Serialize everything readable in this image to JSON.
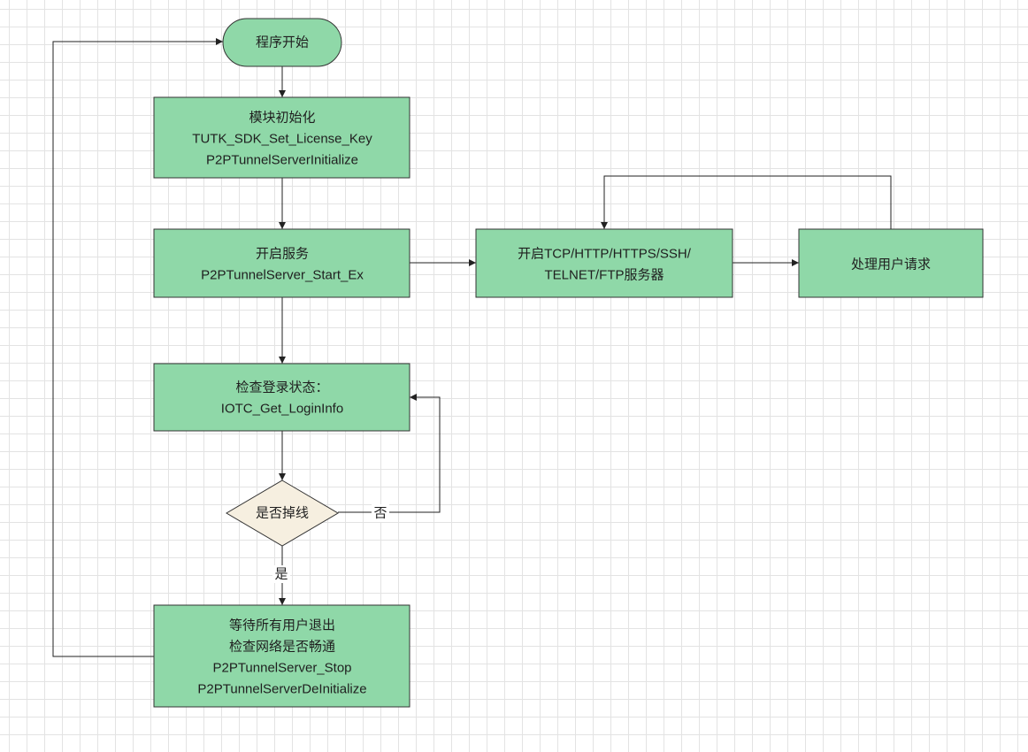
{
  "colors": {
    "process_fill": "#8fd8a8",
    "decision_fill": "#f6efe0",
    "node_stroke": "#333333",
    "edge_stroke": "#222222"
  },
  "nodes": {
    "start": {
      "label": "程序开始"
    },
    "init": {
      "lines": [
        "模块初始化",
        "TUTK_SDK_Set_License_Key",
        "P2PTunnelServerInitialize"
      ]
    },
    "start_service": {
      "lines": [
        "开启服务",
        "P2PTunnelServer_Start_Ex"
      ]
    },
    "open_servers": {
      "lines": [
        "开启TCP/HTTP/HTTPS/SSH/",
        "TELNET/FTP服务器"
      ]
    },
    "handle_requests": {
      "label": "处理用户请求"
    },
    "check_login": {
      "lines": [
        "检查登录状态：",
        "IOTC_Get_LoginInfo"
      ]
    },
    "decision": {
      "label": "是否掉线"
    },
    "shutdown": {
      "lines": [
        "等待所有用户退出",
        "检查网络是否畅通",
        "P2PTunnelServer_Stop",
        "P2PTunnelServerDeInitialize"
      ]
    }
  },
  "edges": {
    "no_label": "否",
    "yes_label": "是"
  }
}
